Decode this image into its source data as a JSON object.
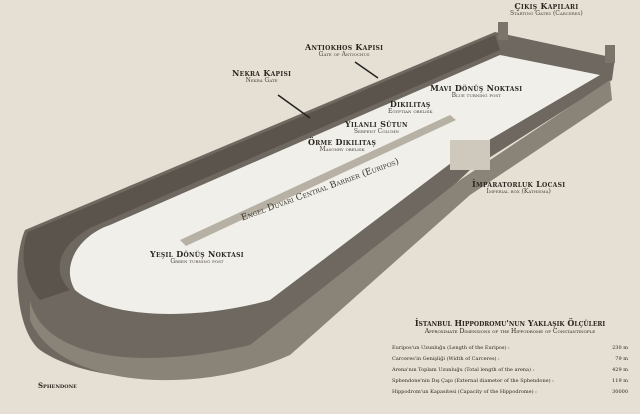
{
  "labels": {
    "cikis": {
      "tr": "Çıkış Kapıları",
      "en": "Starting Gates (Carceres)"
    },
    "antiokhos": {
      "tr": "Antiokhos Kapısı",
      "en": "Gate of Antiochus"
    },
    "nekra": {
      "tr": "Nekra Kapısı",
      "en": "Nekra Gate"
    },
    "mavi": {
      "tr": "Mavi Dönüş Noktası",
      "en": "Blue turning post"
    },
    "dikilitas": {
      "tr": "Dikilitaş",
      "en": "Egyptian obelisk"
    },
    "yilanli": {
      "tr": "Yılanlı Sütun",
      "en": "Serpent Column"
    },
    "orme": {
      "tr": "Örme Dikilitaş",
      "en": "Masonry obelisk"
    },
    "euripos": "Engel Duvarı Central Barrier (Euripos)",
    "imparatorluk": {
      "tr": "İmparatorluk Locası",
      "en": "Imperial box (Kathisma)"
    },
    "yesil": {
      "tr": "Yeşil Dönüş Noktası",
      "en": "Green turning post"
    },
    "sphendone": "Sphendone"
  },
  "dimensions": {
    "title": "İstanbul Hippodromu'nun Yaklaşık Ölçüleri",
    "subtitle": "Approximate Dimensions of the Hippodrome of Constantinople",
    "rows": [
      {
        "label": "Euripos'un Uzunluğu (Length of the Euripos) :",
        "value": "230 m"
      },
      {
        "label": "Carceres'in Genişliği (Width of Carceres) :",
        "value": "79 m"
      },
      {
        "label": "Arena'nın Toplam Uzunluğu (Total length of the arena) :",
        "value": "429 m"
      },
      {
        "label": "Sphendone'nin Dış Çapı (External diameter of the Sphendone) :",
        "value": "119 m"
      },
      {
        "label": "Hippodrom'un Kapasitesi (Capacity of the Hippodrome) :",
        "value": "30000"
      }
    ]
  }
}
